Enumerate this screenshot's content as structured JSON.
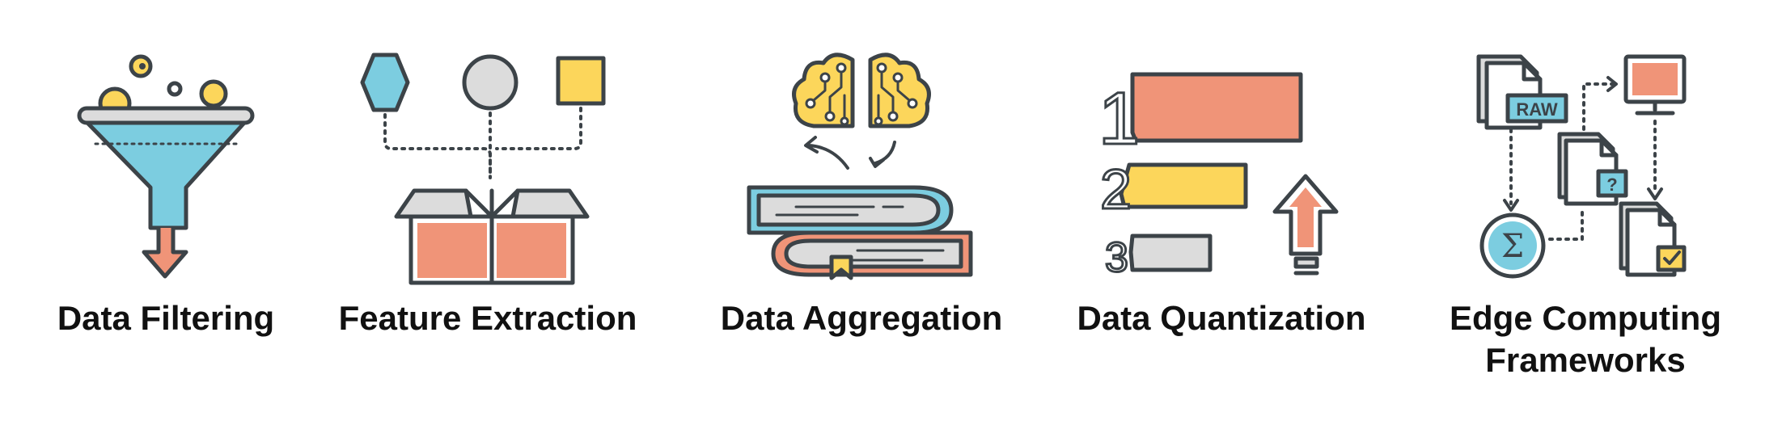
{
  "colors": {
    "outline": "#3c4348",
    "blue": "#7ccde0",
    "coral": "#f09478",
    "yellow": "#fcd65b",
    "gray": "#dcdcdc",
    "text": "#111111"
  },
  "panels": [
    {
      "icon": "funnel-icon",
      "label_lines": [
        "Data Filtering"
      ]
    },
    {
      "icon": "box-extraction-icon",
      "label_lines": [
        "Feature Extraction"
      ]
    },
    {
      "icon": "books-brain-icon",
      "label_lines": [
        "Data Aggregation"
      ]
    },
    {
      "icon": "quantization-bars-icon",
      "label_lines": [
        "Data Quantization"
      ]
    },
    {
      "icon": "edge-network-icon",
      "label_lines": [
        "Edge Computing",
        "Frameworks"
      ]
    }
  ],
  "quantization_numbers": [
    "1",
    "2",
    "3"
  ],
  "edge_badges": {
    "raw": "RAW",
    "question": "?",
    "sigma": "Σ"
  }
}
